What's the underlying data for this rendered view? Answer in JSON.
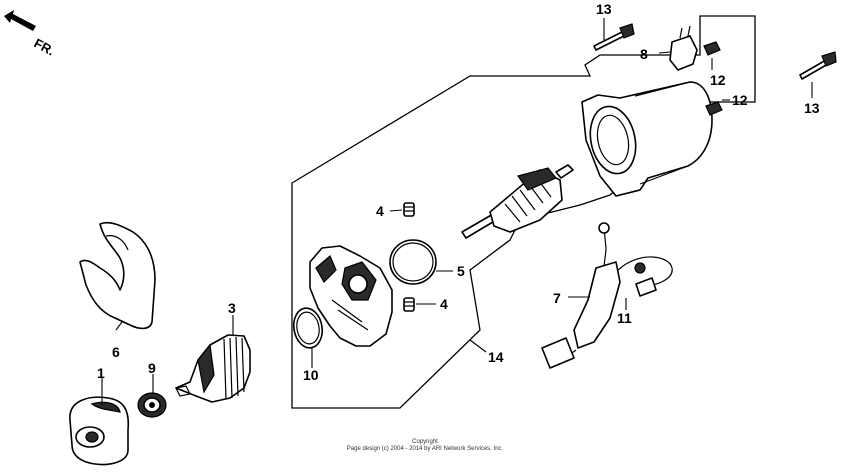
{
  "direction_label": "FR.",
  "callouts": {
    "c1": "1",
    "c3": "3",
    "c4a": "4",
    "c4b": "4",
    "c5": "5",
    "c6": "6",
    "c7": "7",
    "c8": "8",
    "c9": "9",
    "c10": "10",
    "c11": "11",
    "c12a": "12",
    "c12b": "12",
    "c13a": "13",
    "c13b": "13",
    "c14": "14"
  },
  "footer": {
    "line1": "Copyright",
    "line2": "Page design (c) 2004 - 2014 by ARI Network Services, Inc."
  }
}
